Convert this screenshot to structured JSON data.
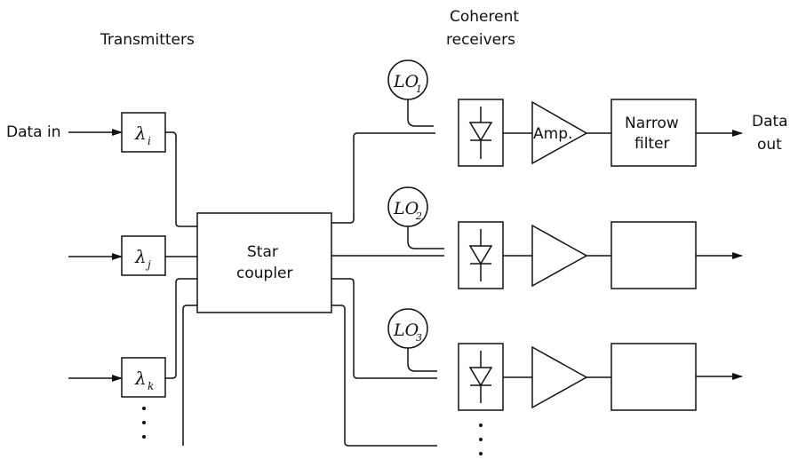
{
  "labels": {
    "transmitters": "Transmitters",
    "coherent_line1": "Coherent",
    "coherent_line2": "receivers",
    "data_in": "Data in",
    "data_out_line1": "Data",
    "data_out_line2": "out",
    "star_line1": "Star",
    "star_line2": "coupler",
    "amp": "Amp.",
    "filter_line1": "Narrow",
    "filter_line2": "filter"
  },
  "transmitters": [
    {
      "symbol": "λ",
      "subscript": "i"
    },
    {
      "symbol": "λ",
      "subscript": "j"
    },
    {
      "symbol": "λ",
      "subscript": "k"
    }
  ],
  "local_oscillators": [
    {
      "symbol": "LO",
      "subscript": "1"
    },
    {
      "symbol": "LO",
      "subscript": "2"
    },
    {
      "symbol": "LO",
      "subscript": "3"
    }
  ]
}
